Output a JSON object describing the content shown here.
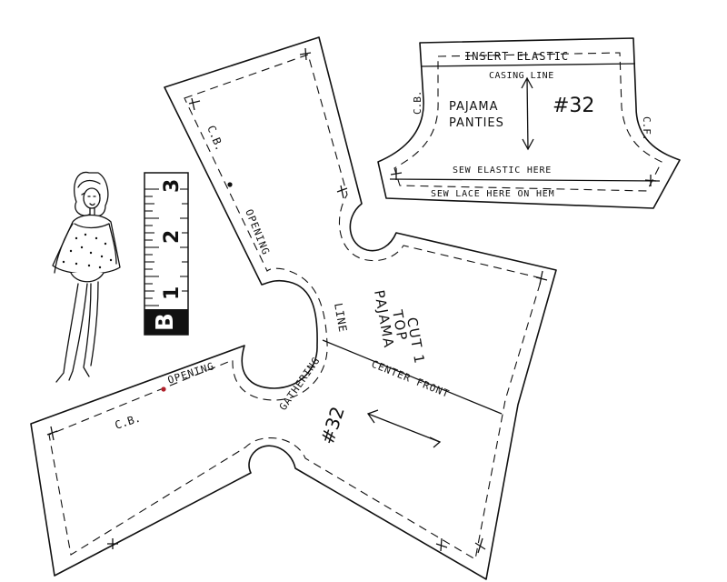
{
  "colors": {
    "ink": "#111111",
    "paper": "#ffffff",
    "dot_red": "#b0202a"
  },
  "panties": {
    "insert_elastic": "INSERT ELASTIC",
    "casing_line": "CASING LINE",
    "title_line1": "PAJAMA",
    "title_line2": "PANTIES",
    "number": "#32",
    "cb": "C.B.",
    "cf": "C.F.",
    "sew_elastic": "SEW ELASTIC HERE",
    "sew_lace": "SEW LACE HERE ON HEM"
  },
  "top_piece": {
    "cb_upper": "C.B.",
    "opening_upper": "OPENING",
    "line": "LINE",
    "title_line1": "PAJAMA",
    "title_line2": "TOP",
    "title_line3": "CUT 1",
    "gathering": "GATHERING",
    "center_front": "CENTER FRONT",
    "opening_lower": "OPENING",
    "cb_lower": "C.B.",
    "number": "#32"
  },
  "ruler": {
    "ticks": [
      "1",
      "2",
      "3"
    ],
    "logo": "B"
  },
  "icons": {
    "doll": "doll-figure-icon",
    "grain": "grainline-arrow-icon"
  }
}
